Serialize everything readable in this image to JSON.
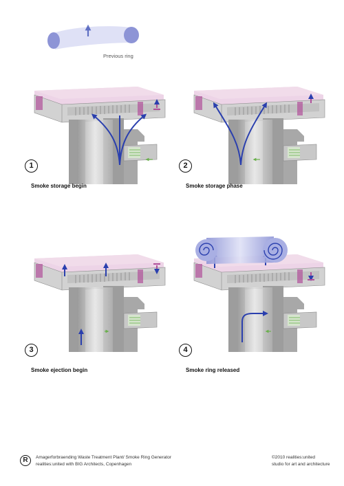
{
  "previous_ring_label": "Previous ring",
  "steps": [
    {
      "number": "1",
      "caption": "Smoke storage begin"
    },
    {
      "number": "2",
      "caption": "Smoke storage phase"
    },
    {
      "number": "3",
      "caption": "Smoke ejection begin"
    },
    {
      "number": "4",
      "caption": "Smoke ring released"
    }
  ],
  "footer": {
    "logo_glyph": "R",
    "project_line": "Amagerforbraending Waste Treatment Plant/ Smoke Ring Generator",
    "credit_line": "realities:united with BIG Architects, Copenhagen",
    "copyright_line": "©2010  realities:united",
    "studio_line": "studio for art and architecture"
  },
  "colors": {
    "smoke_flow": "#2a3fae",
    "chamber_accent": "#b0509a",
    "vent_accent": "#6ab04c",
    "structure_gray": "#a7a7a7",
    "ring_fill": "#b9bde6"
  }
}
